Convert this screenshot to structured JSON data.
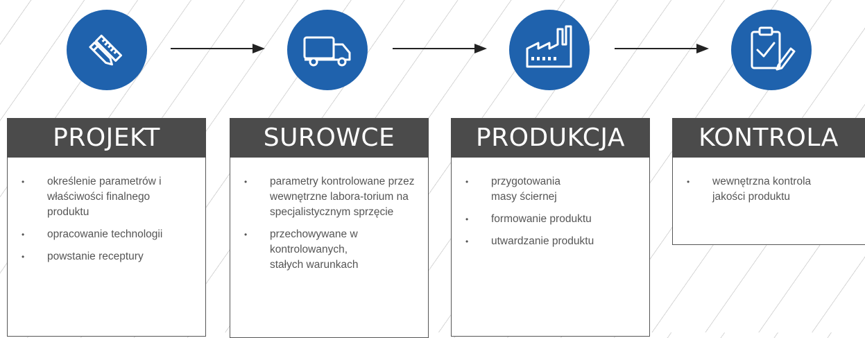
{
  "colors": {
    "accent": "#1f62ad",
    "header_bg": "#4b4b4b"
  },
  "steps": [
    {
      "icon": "pencil-ruler-icon",
      "title": "PROJEKT",
      "items": [
        "określenie parametrów i właściwości finalnego produktu",
        "opracowanie technologii",
        "powstanie receptury"
      ]
    },
    {
      "icon": "truck-icon",
      "title": "SUROWCE",
      "items": [
        "parametry kontrolowane przez wewnętrzne labora-torium na specjalistycznym sprzęcie",
        "przechowywane w kontrolowanych, stałych warunkach"
      ]
    },
    {
      "icon": "factory-icon",
      "title": "PRODUKCJA",
      "items": [
        "przygotowania masy ściernej",
        "formowanie produktu",
        "utwardzanie produktu"
      ]
    },
    {
      "icon": "clipboard-check-icon",
      "title": "KONTROLA",
      "items": [
        "wewnętrzna kontrola jakości produktu"
      ]
    }
  ]
}
